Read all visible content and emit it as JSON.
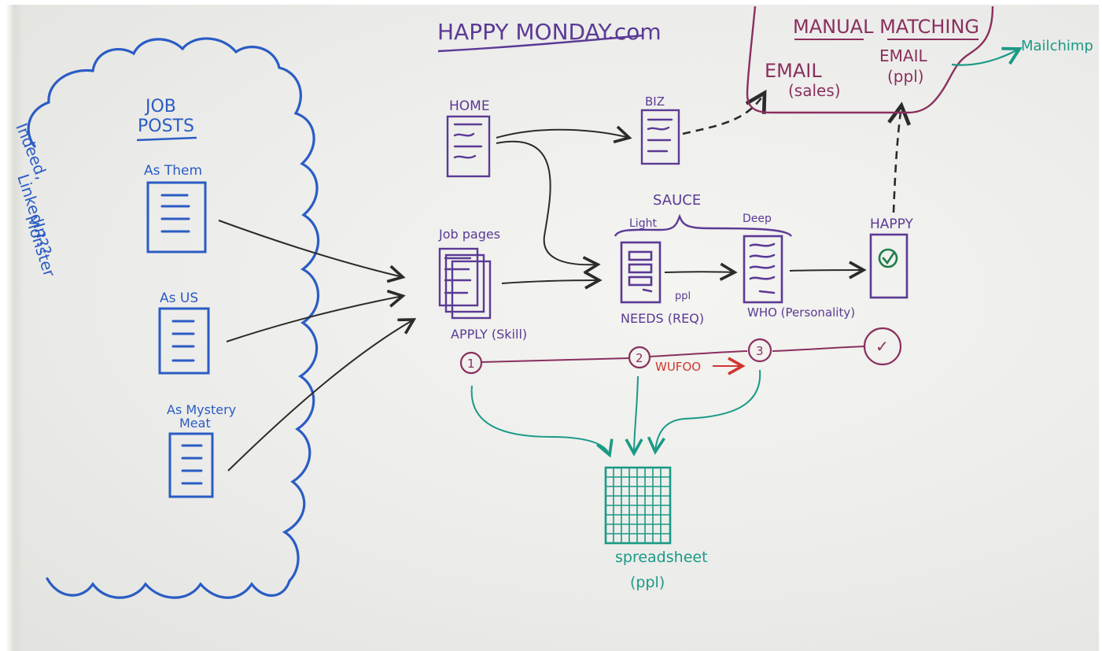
{
  "title": "HAPPY MONDAY.com",
  "cloud": {
    "sources": [
      "Indeed,",
      "LinkedIn",
      "Monster",
      "???"
    ],
    "heading": [
      "JOB",
      "POSTS"
    ],
    "posts": [
      "As Them",
      "As US",
      "As Mystery",
      "Meat"
    ]
  },
  "pages": {
    "home": "HOME",
    "job_pages": "Job pages",
    "biz": "BIZ",
    "apply": "APPLY (Skill)"
  },
  "sauce": {
    "label": "SAUCE",
    "light": "Light",
    "deep": "Deep",
    "needs": "NEEDS (REQ)",
    "needs_ppl": "ppl",
    "who": "WHO (Personality)",
    "happy": "HAPPY"
  },
  "manual": {
    "title": "MANUAL MATCHING",
    "email_sales": [
      "EMAIL",
      "(sales)"
    ],
    "email_ppl": [
      "EMAIL",
      "(ppl)"
    ],
    "mailchimp": "Mailchimp"
  },
  "steps": {
    "labels": [
      "1",
      "2",
      "3",
      "✓"
    ],
    "wufoo": "WUFOO"
  },
  "spreadsheet": [
    "spreadsheet",
    "(ppl)"
  ],
  "colors": {
    "blue": "#2a5cc4",
    "purple": "#5b3a95",
    "magenta": "#8a2f5e",
    "teal": "#1a9a86",
    "red": "#d0362f",
    "black": "#2b2b2b"
  }
}
